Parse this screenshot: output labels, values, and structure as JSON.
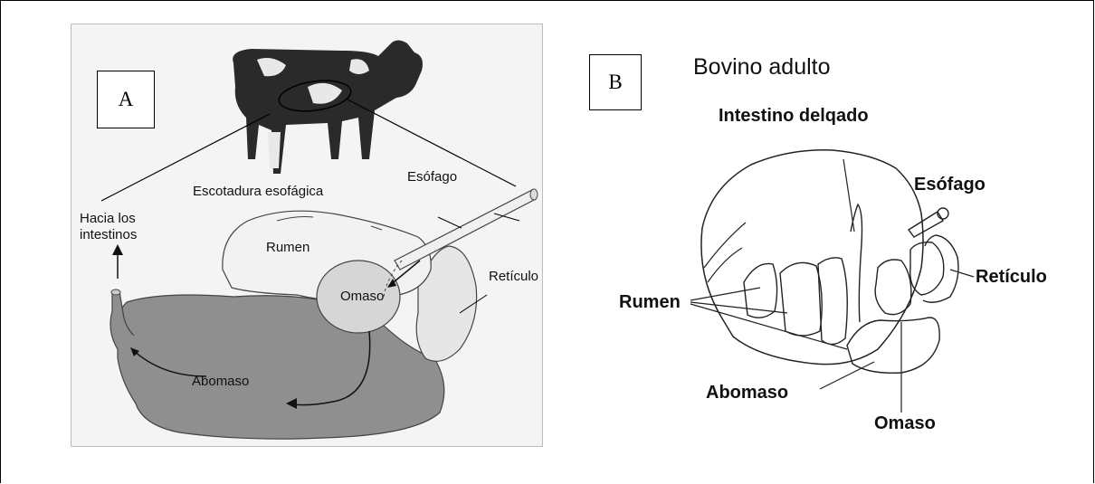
{
  "panel_a": {
    "letter": "A",
    "labels": {
      "escotadura": "Escotadura esofágica",
      "esofago": "Esófago",
      "hacia_line1": "Hacia los",
      "hacia_line2": "intestinos",
      "rumen": "Rumen",
      "omaso": "Omaso",
      "reticulo": "Retículo",
      "abomaso": "Abomaso"
    }
  },
  "panel_b": {
    "letter": "B",
    "title": "Bovino adulto",
    "labels": {
      "intestino": "Intestino delqado",
      "esofago": "Esófago",
      "reticulo": "Retículo",
      "rumen": "Rumen",
      "abomaso": "Abomaso",
      "omaso": "Omaso"
    }
  }
}
